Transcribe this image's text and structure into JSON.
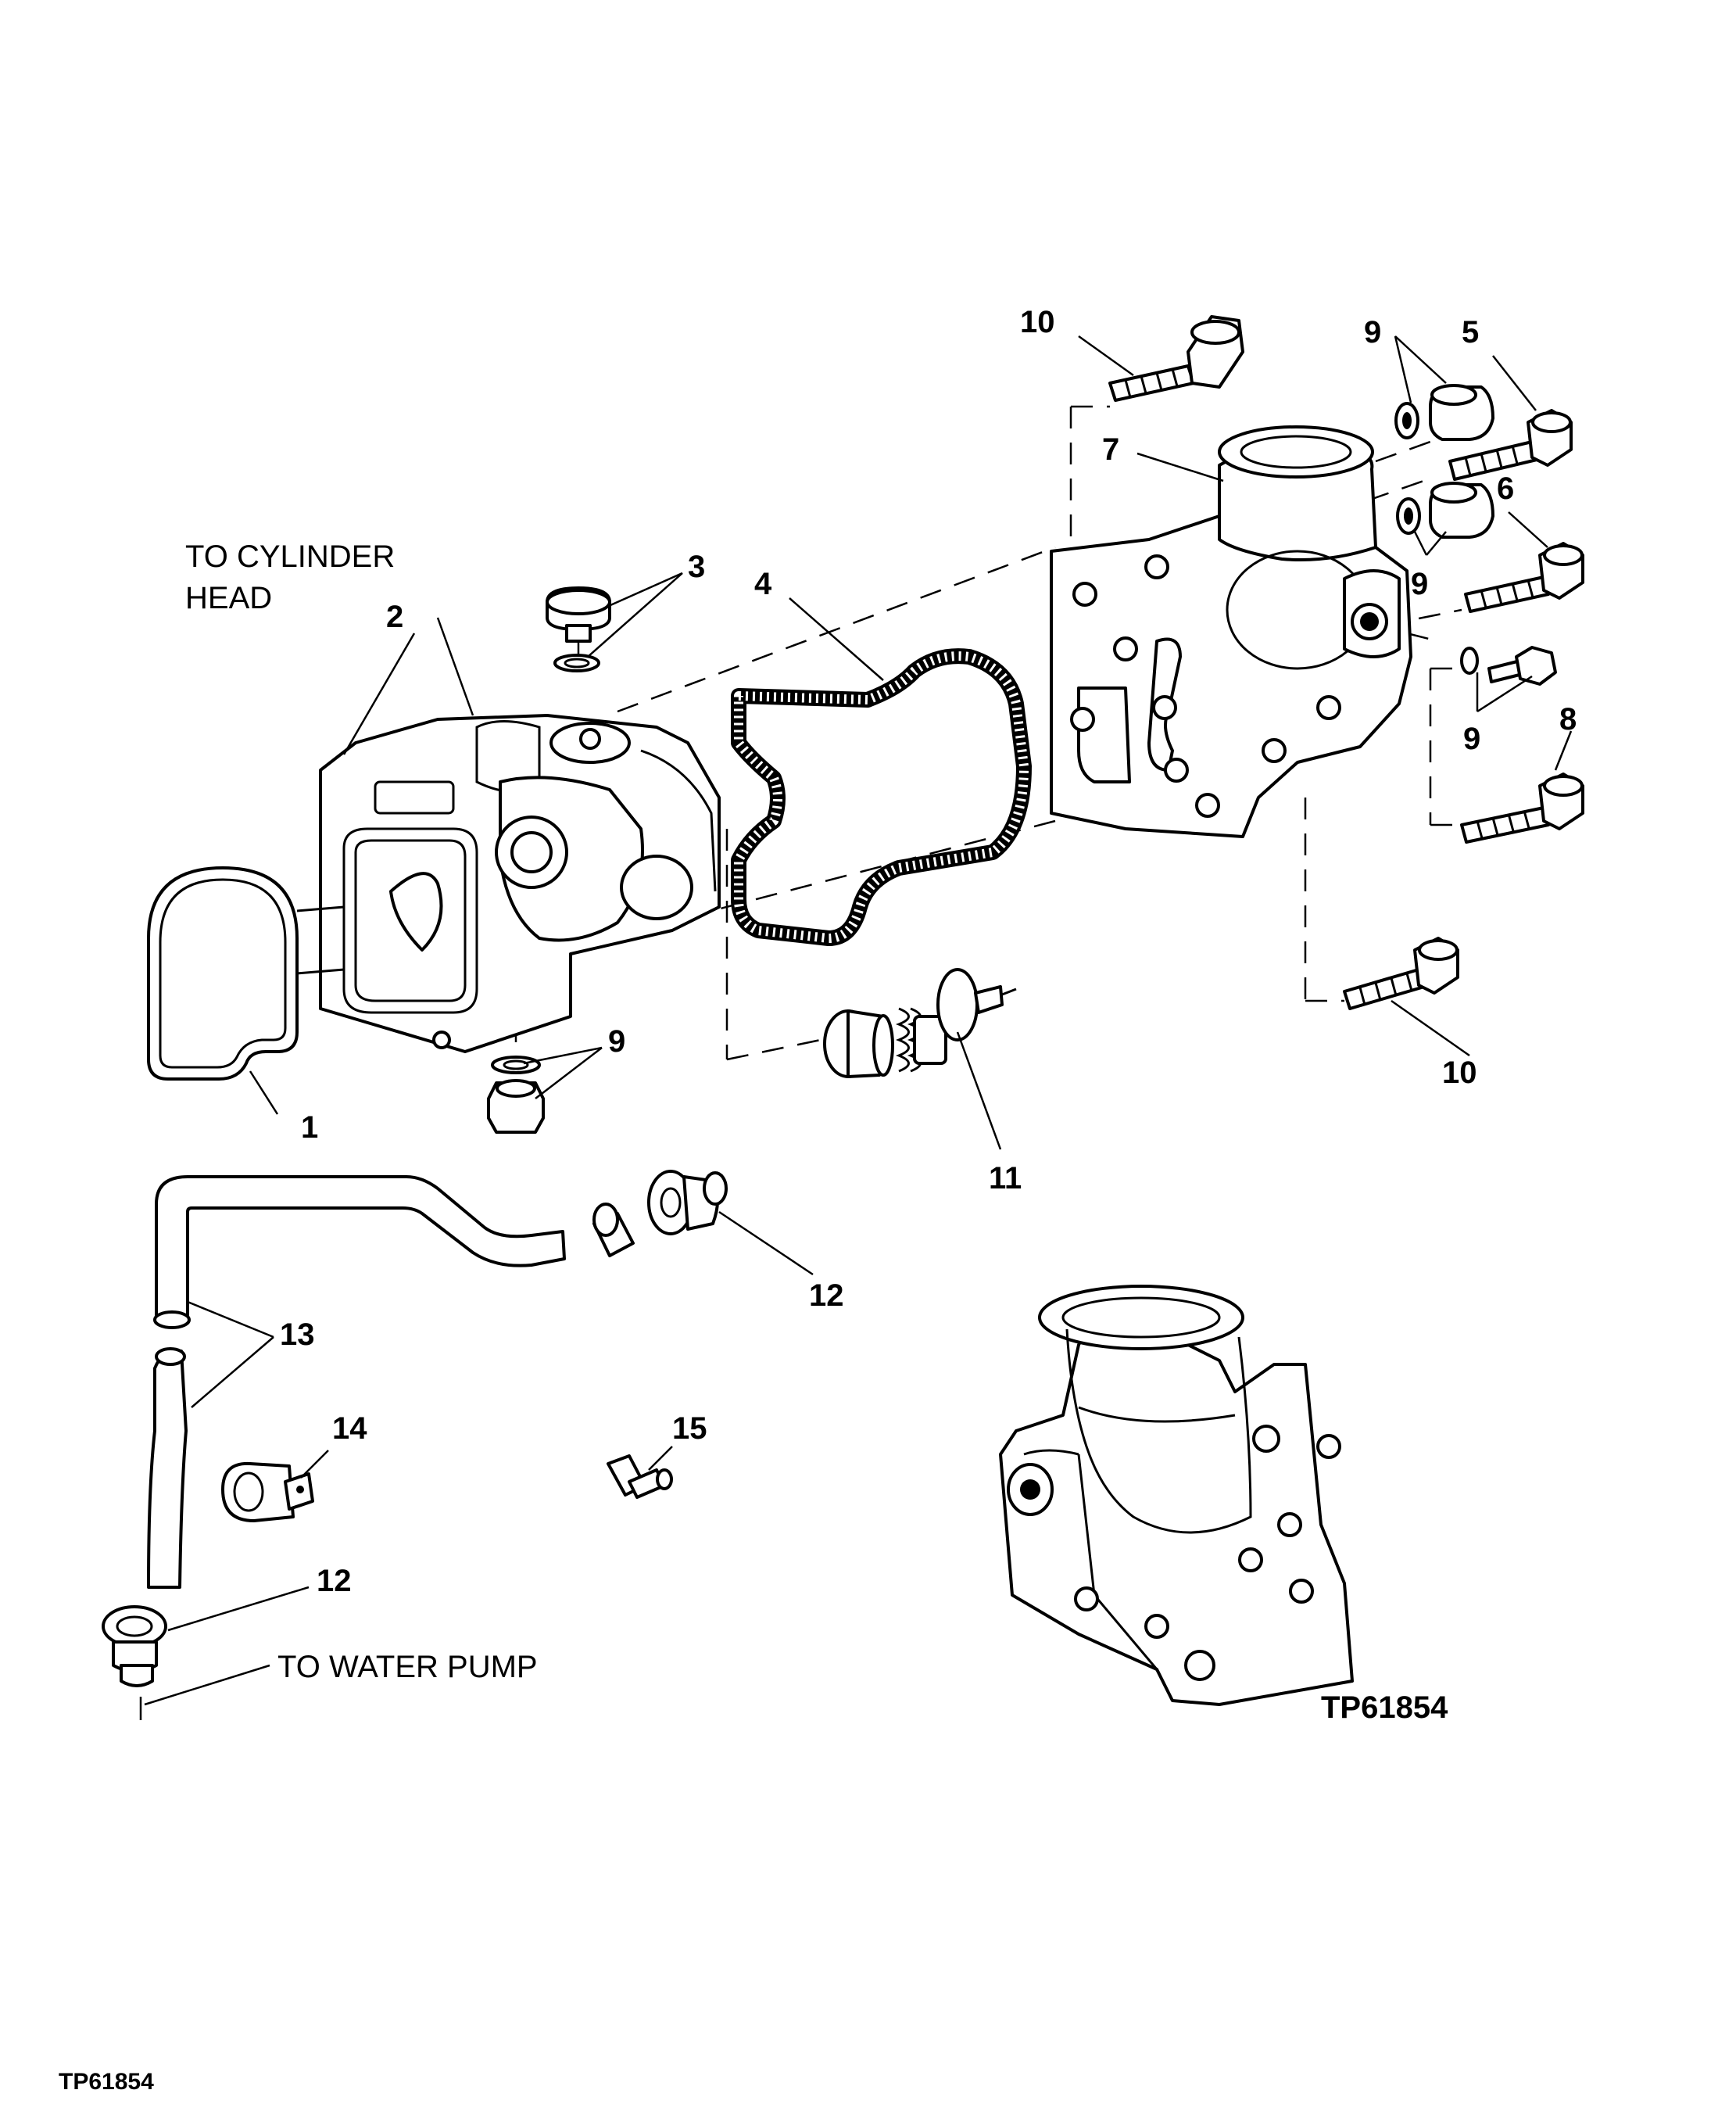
{
  "callouts": {
    "to_cylinder_head_line1": "TO CYLINDER",
    "to_cylinder_head_line2": "HEAD",
    "to_water_pump": "TO WATER PUMP"
  },
  "part_numbers": {
    "n1": "1",
    "n2": "2",
    "n3": "3",
    "n4": "4",
    "n5": "5",
    "n6": "6",
    "n7": "7",
    "n8": "8",
    "n9_lower_left": "9",
    "n9_top_right": "9",
    "n9_mid_right": "9",
    "n9_right": "9",
    "n10_top": "10",
    "n10_right": "10",
    "n11": "11",
    "n12_mid": "12",
    "n12_bottom": "12",
    "n13": "13",
    "n14": "14",
    "n15": "15"
  },
  "figure_ref": "TP61854",
  "footer_ref": "TP61854"
}
